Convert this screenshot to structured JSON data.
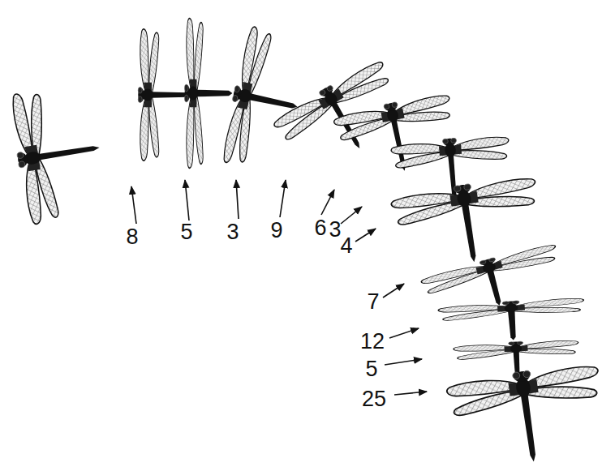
{
  "diagram": {
    "labels": [
      "8",
      "5",
      "3",
      "9",
      "6",
      "3",
      "4",
      "7",
      "12",
      "5",
      "25"
    ]
  }
}
